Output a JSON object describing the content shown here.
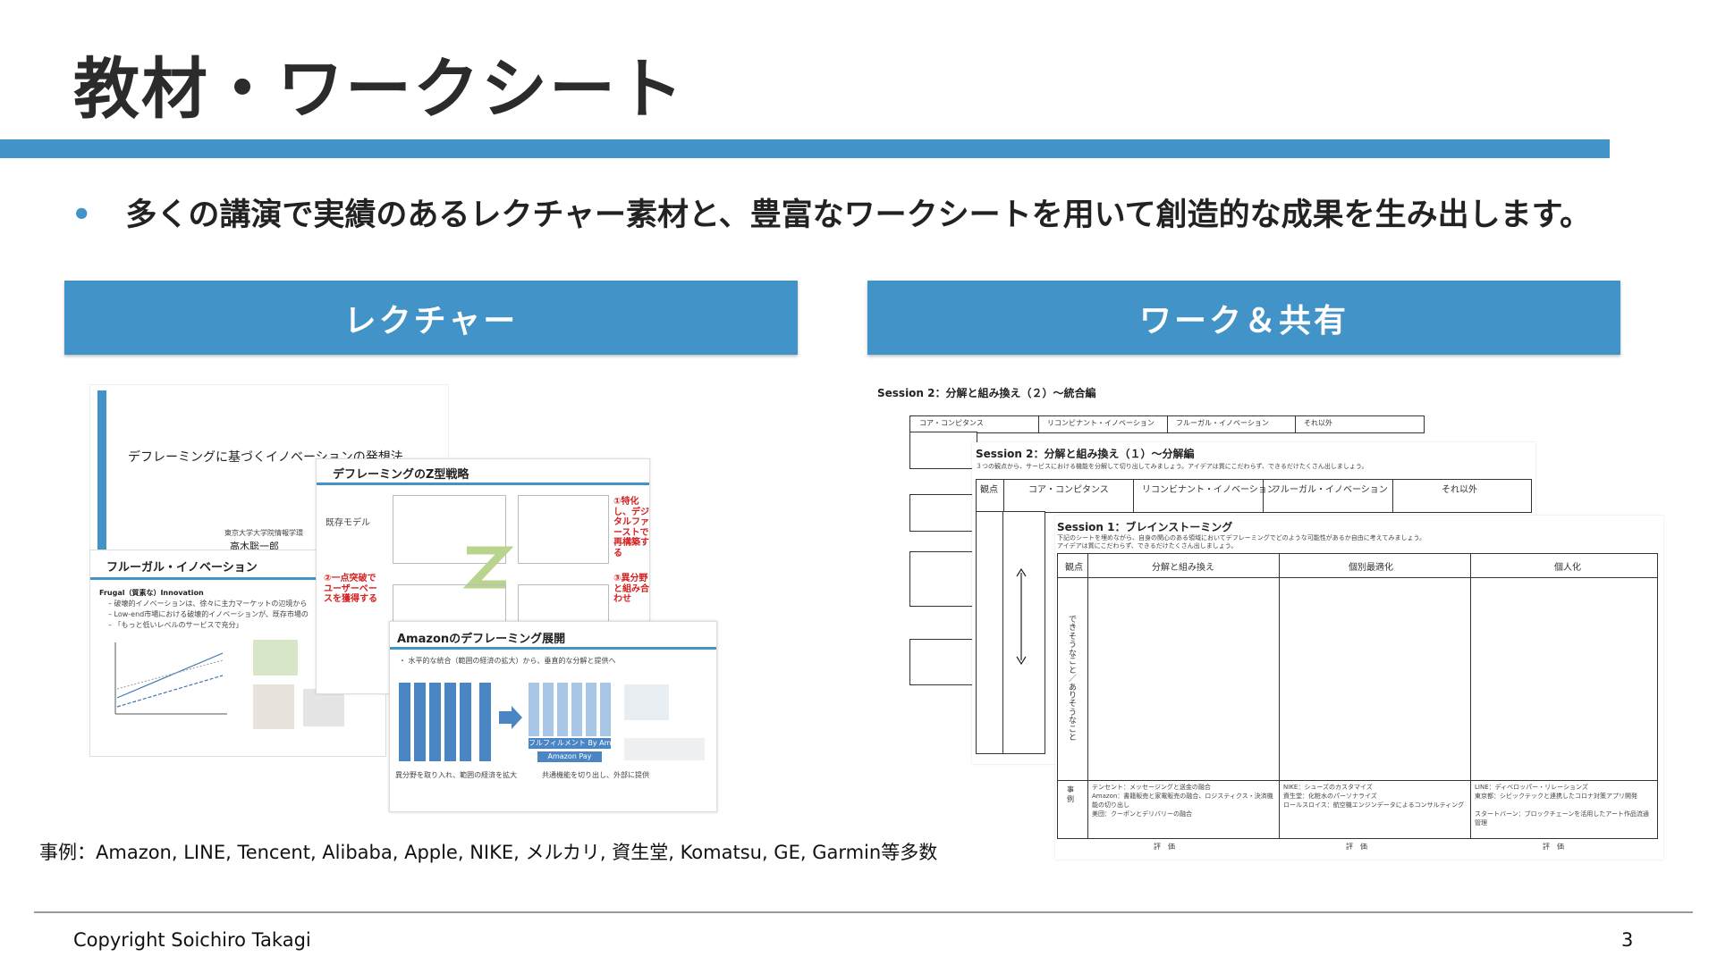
{
  "title": "教材・ワークシート",
  "bullet": "多くの講演で実績のあるレクチャー素材と、豊富なワークシートを用いて創造的な成果を生み出します。",
  "left_header": "レクチャー",
  "right_header": "ワーク＆共有",
  "caption": "事例：Amazon, LINE, Tencent, Alibaba, Apple, NIKE, メルカリ, 資生堂, Komatsu, GE, Garmin等多数",
  "copyright": "Copyright Soichiro Takagi",
  "page_number": "3",
  "lecture_slides": {
    "s1_title": "デフレーミングに基づくイノベーションの発想法",
    "s1_university": "東京大学大学院情報学環",
    "s1_author": "高木聡一郎",
    "s2_title": "フルーガル・イノベーション",
    "s2_b1": "Frugal（質素な）Innovation",
    "s2_b2": "– 破壊的イノベーションは、徐々に主力マーケットの辺境から",
    "s2_b3": "– Low-end市場における破壊的イノベーションが、既存市場の",
    "s2_b4": "– 「もっと低いレベルのサービスで充分」",
    "s3_title": "デフレーミングのZ型戦略",
    "s3_label": "既存モデル",
    "s3_red1": "①特化し、デジタルファーストで再構築する",
    "s3_red2": "②一点突破でユーザーベースを獲得する",
    "s3_red3": "③異分野と組み合わせ",
    "s4_title": "Amazonのデフレーミング展開",
    "s4_b1": "・ 水平的な統合（範囲の経済の拡大）から、垂直的な分解と提供へ",
    "s4_fulfill": "フルフィルメント By Amazon",
    "s4_pay": "Amazon Pay",
    "s4_left_note": "異分野を取り入れ、範囲の経済を拡大",
    "s4_right_note": "共通機能を切り出し、外部に提供"
  },
  "work_sheets": {
    "w1_title": "Session 2：分解と組み換え（２）～統合編",
    "w1_cols": [
      "コア・コンピタンス",
      "リコンビナント・イノベーション",
      "フルーガル・イノベーション",
      "それ以外"
    ],
    "w2_title": "Session 2：分解と組み換え（１）～分解編",
    "w2_desc": "３つの観点から、サービスにおける機能を分解して切り出してみましょう。アイデアは質にこだわらず、できるだけたくさん出しましょう。",
    "w2_cols": [
      "観点",
      "コア・コンピタンス",
      "リコンビナント・イノベーション",
      "フルーガル・イノベーション",
      "それ以外"
    ],
    "w3_title": "Session 1：ブレインストーミング",
    "w3_desc1": "下記のシートを埋めながら、自身の関心のある領域においてデフレーミングでどのような可能性があるか自由に考えてみましょう。",
    "w3_desc2": "アイデアは質にこだわらず、できるだけたくさん出しましょう。",
    "w3_cols": [
      "観点",
      "分解と組み換え",
      "個別最適化",
      "個人化"
    ],
    "w3_side": "できそうなこと／ありそうなこと",
    "w3_case_label": "事例",
    "w3_case1": [
      "テンセント：メッセージングと送金の融合",
      "Amazon：書籍販売と家電販売の融合、ロジスティクス・決済機能の切り出し",
      "美団：クーポンとデリバリーの融合"
    ],
    "w3_case2": [
      "NIKE：シューズのカスタマイズ",
      "資生堂：化粧水のパーソナライズ",
      "ロールスロイス：航空機エンジンデータによるコンサルティング"
    ],
    "w3_case3": [
      "LINE：ディベロッパー・リレーションズ",
      "東京都：シビックテックと連携したコロナ対策アプリ開発",
      "スタートバーン：ブロックチェーンを活用したアート作品流通管理"
    ],
    "w3_eval": "評　価"
  },
  "colors": {
    "accent": "#4293c7",
    "red": "#d42020"
  }
}
